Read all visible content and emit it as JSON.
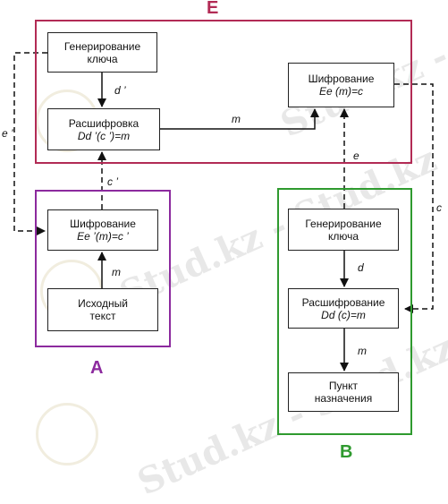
{
  "frames": {
    "e": {
      "letter": "E",
      "color": "#b22b55"
    },
    "a": {
      "letter": "A",
      "color": "#8c2a9e"
    },
    "b": {
      "letter": "B",
      "color": "#2f9a2f"
    }
  },
  "nodes": {
    "e_keygen": {
      "line1": "Генерирование",
      "line2": "ключа"
    },
    "e_decrypt": {
      "line1": "Расшифровка",
      "formula": "Dd ’(c ’)=m"
    },
    "e_encrypt": {
      "line1": "Шифрование",
      "formula": "Ee (m)=c"
    },
    "a_encrypt": {
      "line1": "Шифрование",
      "formula": "Ee ’(m)=c ’"
    },
    "a_source": {
      "line1": "Исходный",
      "line2": "текст"
    },
    "b_keygen": {
      "line1": "Генерирование",
      "line2": "ключа"
    },
    "b_decrypt": {
      "line1": "Расшифрование",
      "formula": "Dd (c)=m"
    },
    "b_destination": {
      "line1": "Пункт",
      "line2": "назначения"
    }
  },
  "edge_labels": {
    "d_prime": "d ’",
    "m_top": "m",
    "e_prime": "e ’",
    "c_prime": "c ’",
    "m_a": "m",
    "e": "e",
    "c": "c",
    "d": "d",
    "m_b": "m"
  },
  "watermark": "Stud.kz - Stud.kz"
}
